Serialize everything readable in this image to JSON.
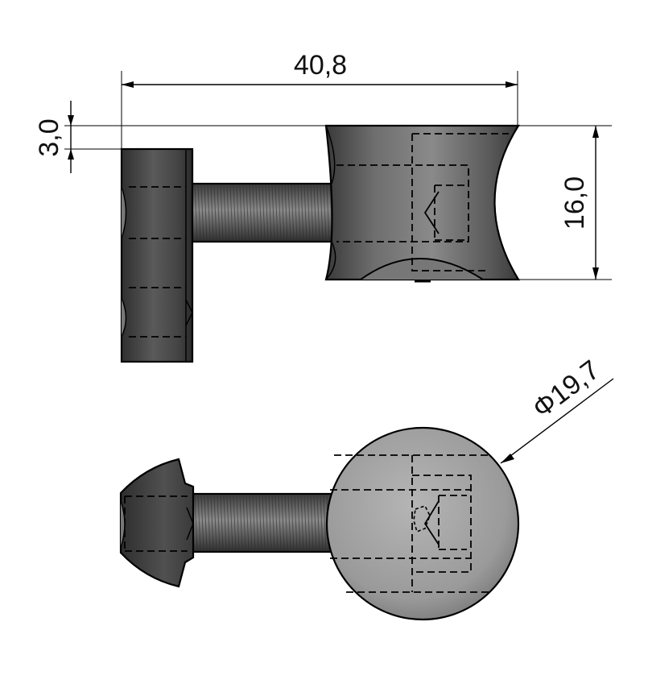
{
  "dimensions": {
    "overall_length": "40,8",
    "plate_thickness": "3,0",
    "barrel_height": "16,0",
    "barrel_diameter": "Φ19,7"
  },
  "colors": {
    "metal_dark": "#3f3f3f",
    "metal_mid": "#6a6a6a",
    "metal_light": "#b0b0b0",
    "line": "#000000"
  }
}
